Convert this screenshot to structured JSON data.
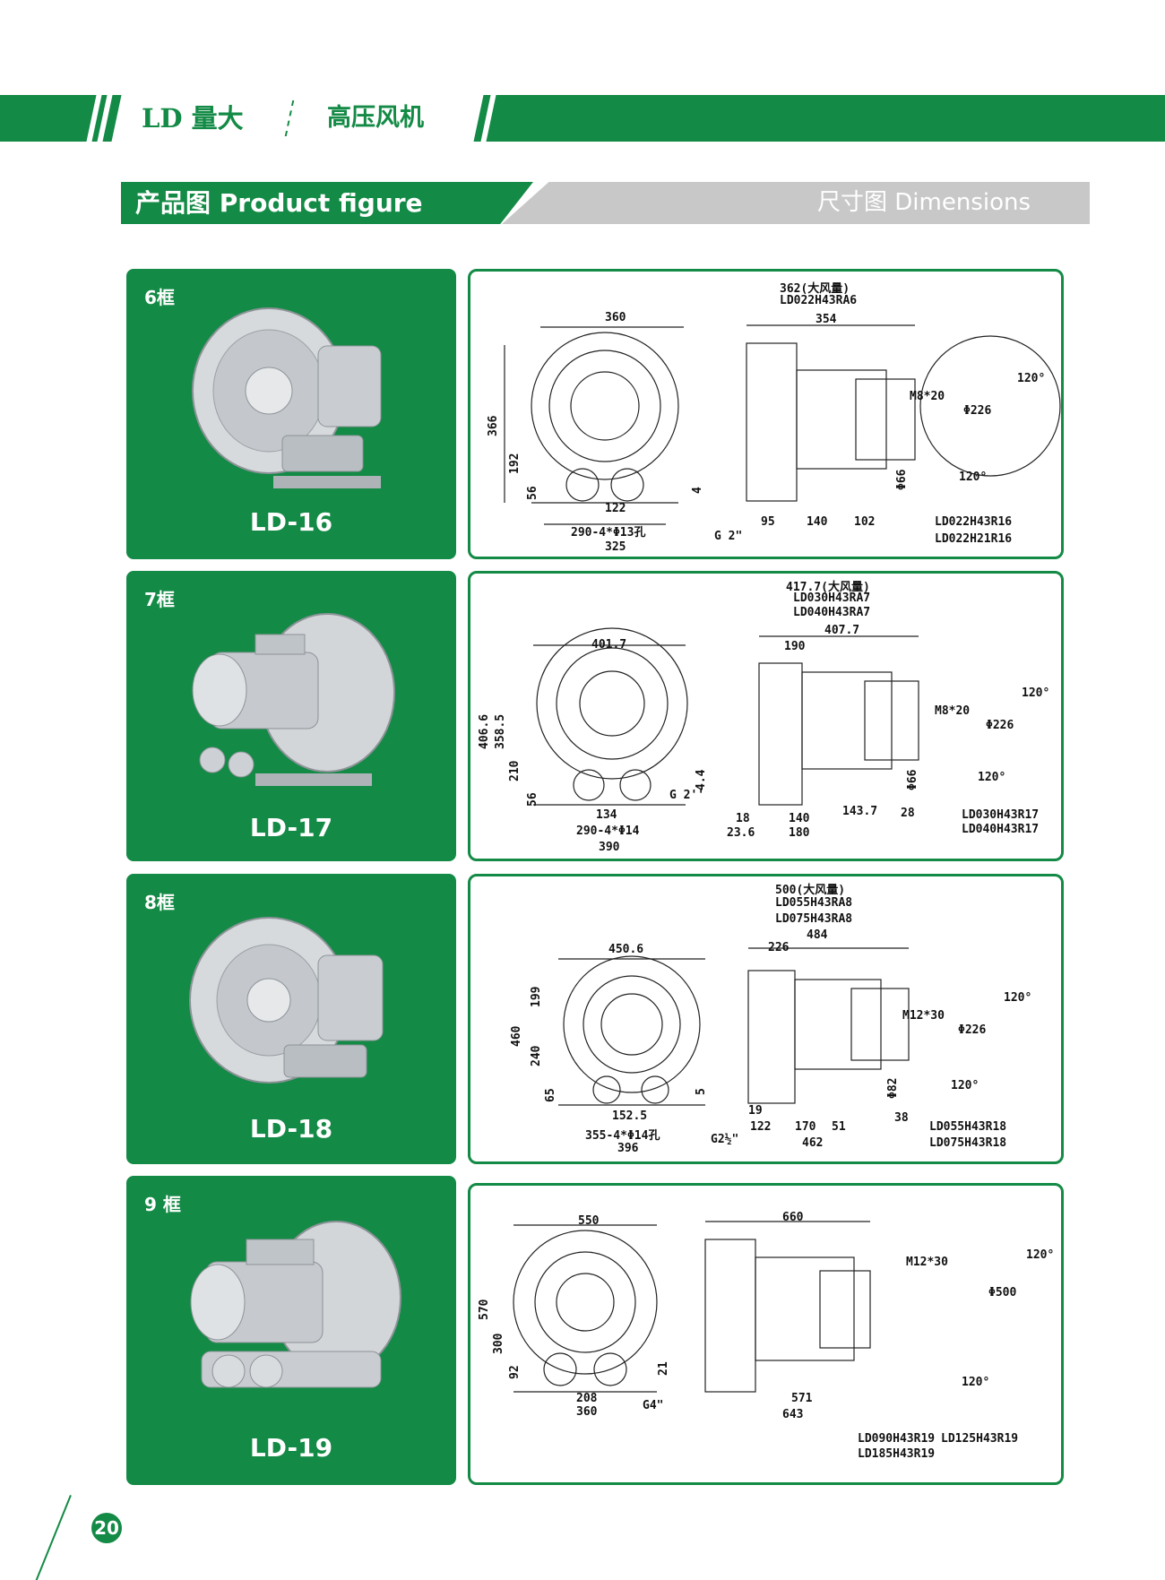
{
  "header": {
    "brand": "LD 量大",
    "subtitle": "高压风机"
  },
  "section": {
    "left_title": "产品图 Product figure",
    "right_title": "尺寸图 Dimensions"
  },
  "page_number": "20",
  "colors": {
    "brand_green": "#138a45",
    "gray_band": "#c8c8c8"
  },
  "products": [
    {
      "frame": "6框",
      "model": "LD-16",
      "dims": {
        "top_title": "362(大风量)",
        "top_code": "LD022H43RA6",
        "front_w": "360",
        "side_w": "354",
        "h_total": "366",
        "h_mid": "192",
        "h_low": "56",
        "w_122": "122",
        "w_holes": "290-4*Φ13孔",
        "w_base": "325",
        "pipe": "G 2\"",
        "h_4": "4",
        "s_95": "95",
        "s_140": "140",
        "s_102": "102",
        "phi_pipe": "Φ66",
        "flange_bolt": "M8*20",
        "flange_d": "Φ226",
        "ang1": "120°",
        "ang2": "120°",
        "codes": [
          "LD022H43R16",
          "LD022H21R16"
        ]
      }
    },
    {
      "frame": "7框",
      "model": "LD-17",
      "dims": {
        "top_title": "417.7(大风量)",
        "top_code": "LD030H43RA7",
        "top_code2": "LD040H43RA7",
        "front_w": "401.7",
        "side_w": "407.7",
        "side_190": "190",
        "h_total": "406.6",
        "h_mid2": "358.5",
        "h_mid": "210",
        "h_low": "56",
        "w_122": "134",
        "w_holes": "290-4*Φ14",
        "w_base": "390",
        "pipe": "G 2''",
        "h_4": "4.4",
        "s_18": "18",
        "s_236": "23.6",
        "s_140": "140",
        "s_180": "180",
        "s_1437": "143.7",
        "s_28": "28",
        "phi_pipe": "Φ66",
        "flange_bolt": "M8*20",
        "flange_d": "Φ226",
        "ang1": "120°",
        "ang2": "120°",
        "codes": [
          "LD030H43R17",
          "LD040H43R17"
        ]
      }
    },
    {
      "frame": "8框",
      "model": "LD-18",
      "dims": {
        "top_title": "500(大风量)",
        "top_code": "LD055H43RA8",
        "top_code2": "LD075H43RA8",
        "front_w": "450.6",
        "side_w": "484",
        "side_226": "226",
        "h_total": "460",
        "h_top": "199",
        "h_mid": "240",
        "h_low": "65",
        "w_122": "152.5",
        "w_holes": "355-4*Φ14孔",
        "w_base": "396",
        "pipe": "G2½\"",
        "h_4": "5",
        "s_19": "19",
        "s_122": "122",
        "s_170": "170",
        "s_51": "51",
        "s_462": "462",
        "s_38": "38",
        "phi_pipe": "Φ82",
        "flange_bolt": "M12*30",
        "flange_d": "Φ226",
        "ang1": "120°",
        "ang2": "120°",
        "codes": [
          "LD055H43R18",
          "LD075H43R18"
        ]
      }
    },
    {
      "frame": "9 框",
      "model": "LD-19",
      "dims": {
        "front_w": "550",
        "side_w": "660",
        "h_total": "570",
        "h_mid": "300",
        "h_low": "92",
        "h_21": "21",
        "w_208": "208",
        "w_base": "360",
        "pipe": "G4\"",
        "s_571": "571",
        "s_643": "643",
        "flange_bolt": "M12*30",
        "flange_d": "Φ500",
        "ang1": "120°",
        "ang2": "120°",
        "codes": [
          "LD090H43R19",
          "LD125H43R19",
          "LD185H43R19"
        ]
      }
    }
  ]
}
